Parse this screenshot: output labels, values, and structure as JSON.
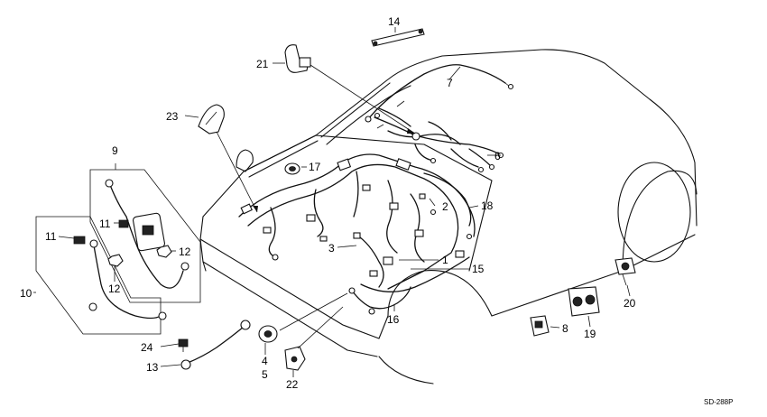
{
  "diagram_code": "SD-288P",
  "callouts": {
    "c1": "1",
    "c2": "2",
    "c3": "3",
    "c4": "4",
    "c5": "5",
    "c6": "6",
    "c7": "7",
    "c8": "8",
    "c9": "9",
    "c10": "10",
    "c11a": "11",
    "c11b": "11",
    "c12a": "12",
    "c12b": "12",
    "c13": "13",
    "c14": "14",
    "c15": "15",
    "c16": "16",
    "c17": "17",
    "c18": "18",
    "c19": "19",
    "c20": "20",
    "c21": "21",
    "c22": "22",
    "c23": "23",
    "c24": "24"
  }
}
